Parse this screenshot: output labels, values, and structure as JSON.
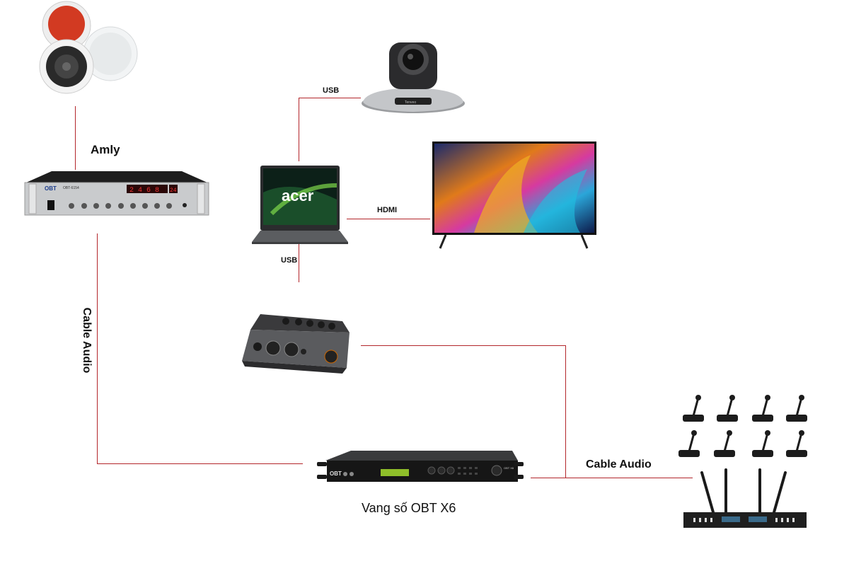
{
  "labels": {
    "amplifier": "Amly",
    "usb_camera": "USB",
    "hdmi": "HDMI",
    "usb_interface": "USB",
    "cable_audio_vertical": "Cable Audio",
    "cable_audio_horizontal": "Cable Audio",
    "processor_caption": "Vang số OBT X6"
  },
  "device_text": {
    "amp_brand": "OBT",
    "amp_model": "OBT-6154",
    "amp_display": "2 4 6 8",
    "amp_display_right": "24",
    "camera_brand": "Tenveo",
    "laptop_brand": "acer",
    "processor_brand": "OBT",
    "processor_model": "OBT X6"
  },
  "colors": {
    "wire": "#b3262b",
    "amp_led": "#d22",
    "speaker_red": "#d23a22"
  }
}
